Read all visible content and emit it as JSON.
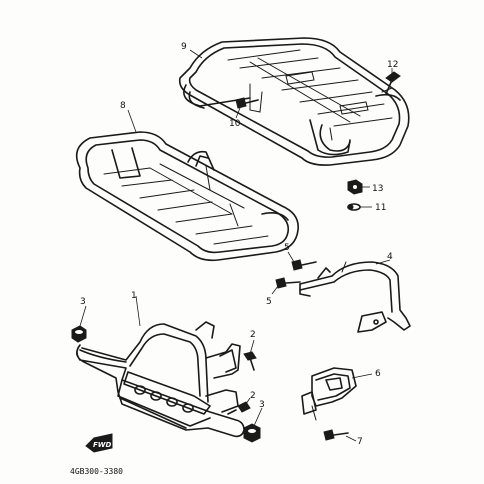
{
  "diagram": {
    "callouts": {
      "c1": "1",
      "c2a": "2",
      "c2b": "2",
      "c3a": "3",
      "c3b": "3",
      "c4": "4",
      "c5a": "5",
      "c5b": "5",
      "c6": "6",
      "c7": "7",
      "c8": "8",
      "c9": "9",
      "c10": "10",
      "c11": "11",
      "c12": "12",
      "c13": "13"
    },
    "fwd_label": "FWD",
    "drawing_number": "4GB300-3380"
  }
}
